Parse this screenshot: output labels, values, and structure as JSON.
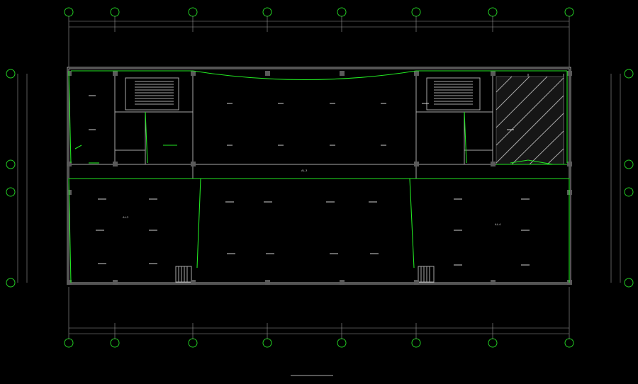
{
  "colors": {
    "background": "#000000",
    "wire": "#22e622",
    "axis": "#22cc22",
    "wall": "#a8a8a8",
    "text": "#d8d8d8"
  },
  "drawing": {
    "title": "",
    "scale": ""
  },
  "panels": [
    {
      "label": "AL-2"
    },
    {
      "label": "AL-3"
    },
    {
      "label": "AL-4"
    }
  ]
}
